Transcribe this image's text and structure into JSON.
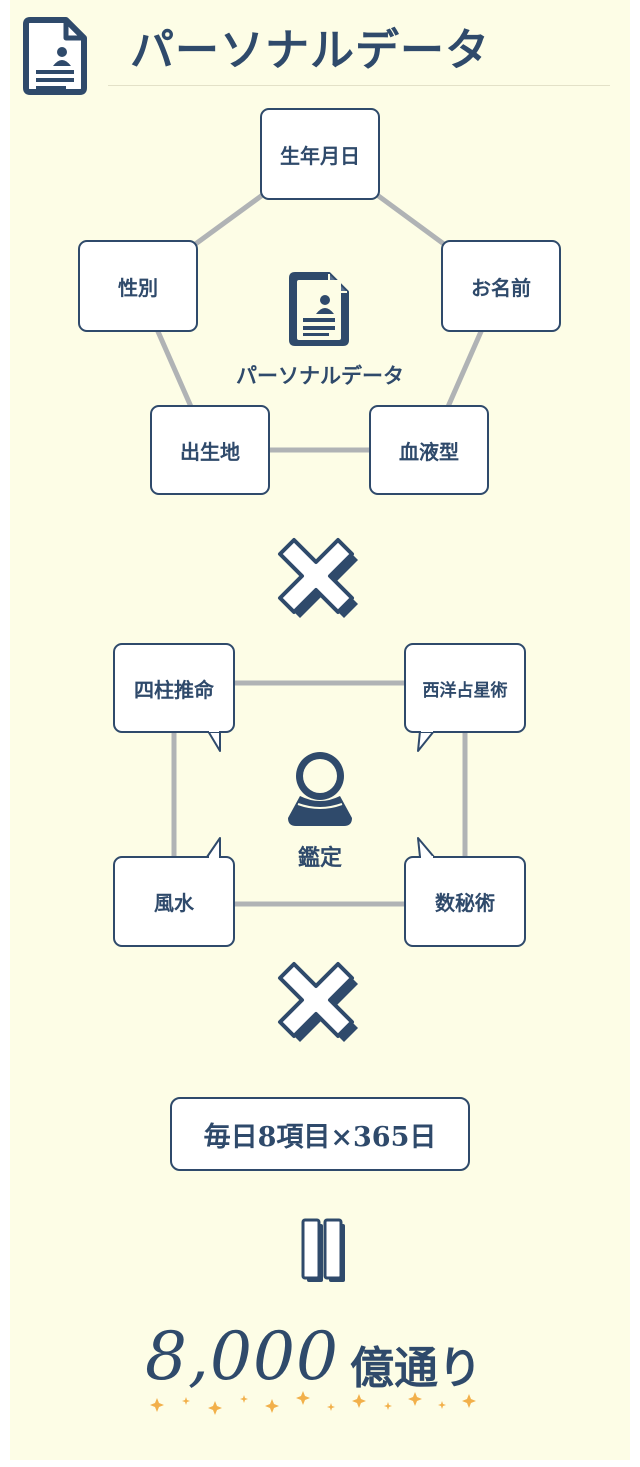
{
  "title": "パーソナルデータ",
  "personal": {
    "center_label": "パーソナルデータ",
    "items": [
      "生年月日",
      "お名前",
      "血液型",
      "出生地",
      "性別"
    ]
  },
  "methods": {
    "center_label": "鑑定",
    "items": [
      "四柱推命",
      "西洋占星術",
      "数秘術",
      "風水"
    ]
  },
  "formula": "毎日8項目×365日",
  "result": {
    "number": "8,000",
    "text": "億通り"
  },
  "colors": {
    "navy": "#2f4a6b",
    "background": "#fdfde6",
    "connector": "#b0b3b5",
    "sparkle": "#f2b04a"
  },
  "icons": [
    "document-user-icon",
    "multiply-icon",
    "crystal-ball-icon",
    "equals-icon",
    "sparkle-icon"
  ]
}
